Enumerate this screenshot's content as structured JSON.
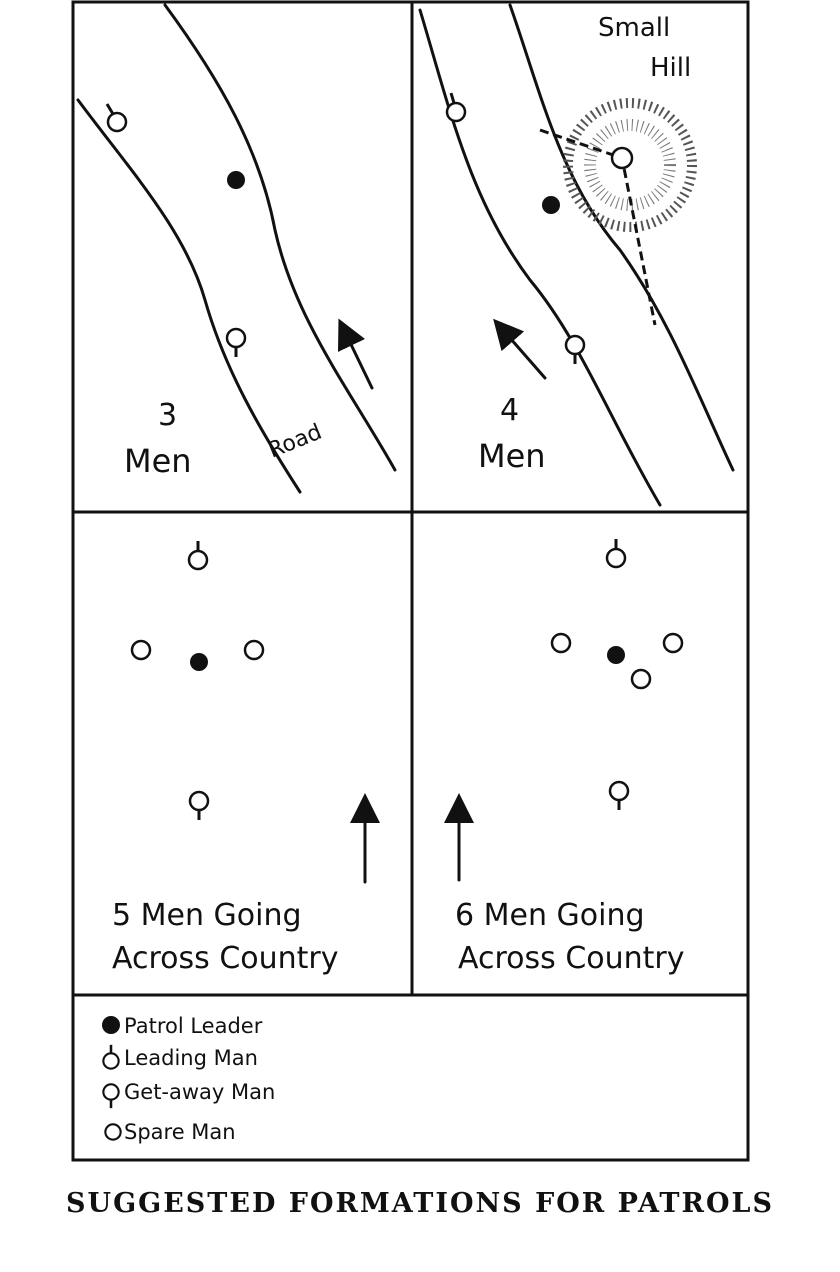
{
  "panels": {
    "three_men": {
      "number": "3",
      "label": "Men",
      "road": "Road"
    },
    "four_men": {
      "number": "4",
      "label": "Men",
      "hill_line1": "Small",
      "hill_line2": "Hill"
    },
    "five_men": {
      "line1": "5 Men Going",
      "line2": "Across Country"
    },
    "six_men": {
      "line1": "6 Men Going",
      "line2": "Across Country"
    }
  },
  "legend": {
    "items": [
      {
        "symbol": "filled-circle-icon",
        "label": "Patrol Leader"
      },
      {
        "symbol": "circle-stem-up-icon",
        "label": "Leading Man"
      },
      {
        "symbol": "circle-stem-down-icon",
        "label": "Get-away Man"
      },
      {
        "symbol": "open-circle-icon",
        "label": "Spare Man"
      }
    ]
  },
  "caption": "SUGGESTED FORMATIONS FOR PATROLS"
}
